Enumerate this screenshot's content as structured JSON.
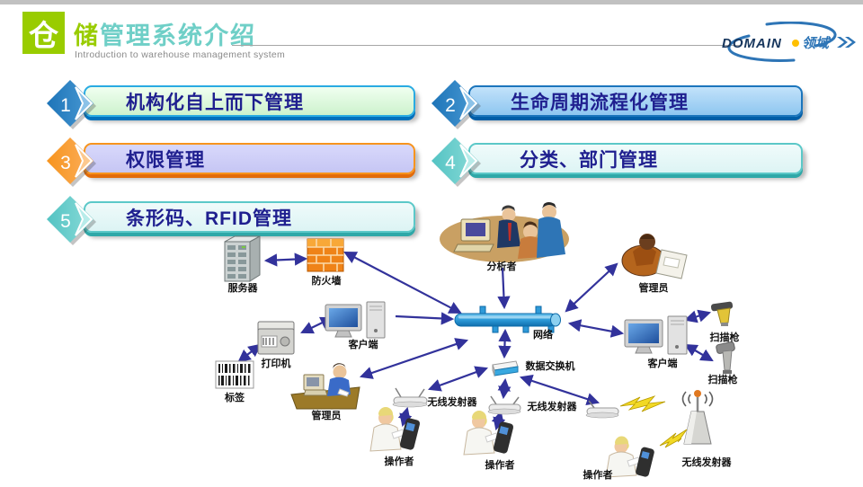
{
  "colors": {
    "brand_green": "#99cc00",
    "title_teal": "#6fcfc7",
    "banner_text_navy": "#1f1f8f",
    "arrow_navy": "#32329b",
    "diamond_blue": "#1d74b8",
    "diamond_orange": "#f7941d",
    "diamond_teal": "#53c3c3",
    "logo_navy": "#17365d",
    "logo_blue": "#2e75b6",
    "logo_dot_yellow": "#ffc000",
    "topbar_gray": "#c1c1c1"
  },
  "header": {
    "badge": "仓",
    "title_accent": "储",
    "title_rest": "管理系统介绍",
    "subtitle": "Introduction to warehouse management system",
    "logo_en": "DOMAIN",
    "logo_cn": "领域"
  },
  "banners": [
    {
      "num": "1",
      "label": "机构化自上而下管理"
    },
    {
      "num": "2",
      "label": "生命周期流程化管理"
    },
    {
      "num": "3",
      "label": "权限管理"
    },
    {
      "num": "4",
      "label": "分类、部门管理"
    },
    {
      "num": "5",
      "label": "条形码、RFID管理"
    }
  ],
  "diagram": {
    "labels": [
      {
        "id": "server",
        "text": "服务器"
      },
      {
        "id": "firewall",
        "text": "防火墙"
      },
      {
        "id": "analyst",
        "text": "分析者"
      },
      {
        "id": "admin-top",
        "text": "管理员"
      },
      {
        "id": "network",
        "text": "网络"
      },
      {
        "id": "client-left",
        "text": "客户端"
      },
      {
        "id": "printer",
        "text": "打印机"
      },
      {
        "id": "barcode-label",
        "text": "标签"
      },
      {
        "id": "admin-left",
        "text": "管理员"
      },
      {
        "id": "scanner-1",
        "text": "扫描枪"
      },
      {
        "id": "client-right",
        "text": "客户端"
      },
      {
        "id": "scanner-2",
        "text": "扫描枪"
      },
      {
        "id": "data-switch",
        "text": "数据交换机"
      },
      {
        "id": "wireless-1",
        "text": "无线发射器"
      },
      {
        "id": "wireless-2",
        "text": "无线发射器"
      },
      {
        "id": "wireless-tower",
        "text": "无线发射器"
      },
      {
        "id": "operator-1",
        "text": "操作者"
      },
      {
        "id": "operator-2",
        "text": "操作者"
      },
      {
        "id": "operator-3",
        "text": "操作者"
      }
    ]
  }
}
